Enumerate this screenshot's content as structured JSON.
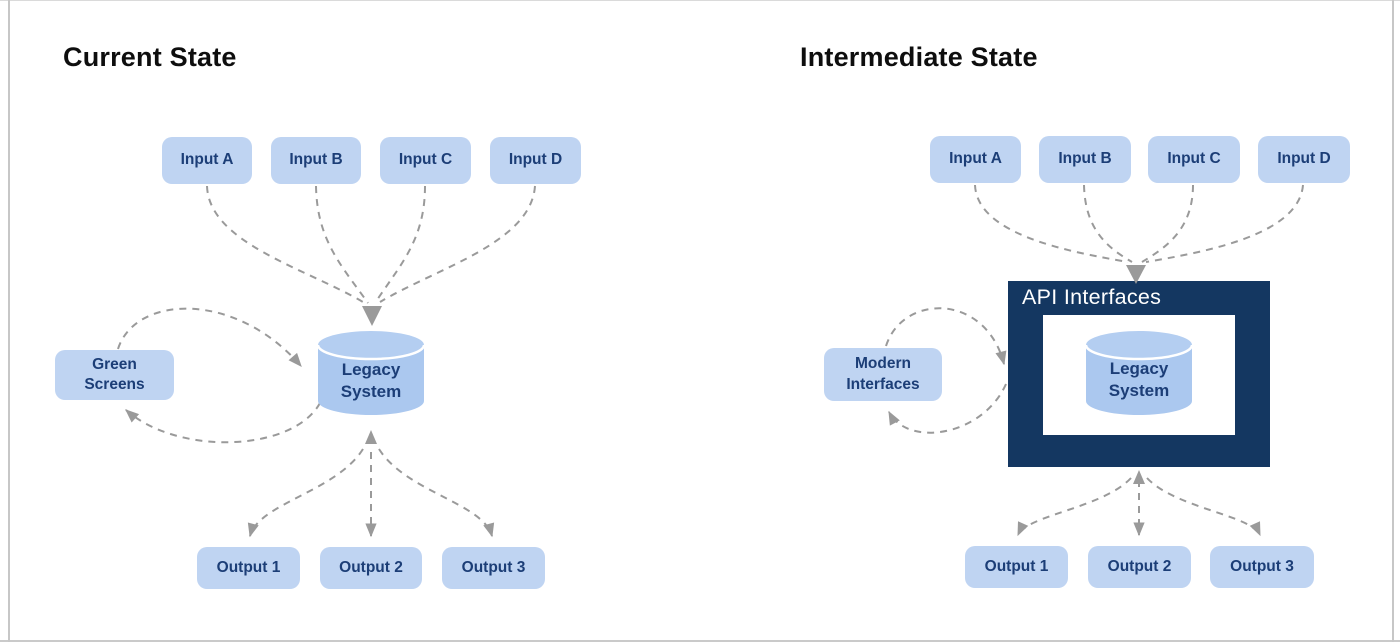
{
  "colors": {
    "title_text": "#0e0e0e",
    "node_fill": "#bfd4f2",
    "node_text": "#1c3e77",
    "cylinder_fill": "#abc8ef",
    "cylinder_top_fill": "#b4cef1",
    "wrapper_fill": "#143761",
    "arrow": "#9a9a9a"
  },
  "left": {
    "title": "Current State",
    "inputs": [
      "Input A",
      "Input B",
      "Input C",
      "Input D"
    ],
    "side_node_label": "Green Screens",
    "core_label": "Legacy System",
    "outputs": [
      "Output 1",
      "Output 2",
      "Output 3"
    ]
  },
  "right": {
    "title": "Intermediate State",
    "inputs": [
      "Input A",
      "Input B",
      "Input C",
      "Input D"
    ],
    "side_node_label": "Modern Interfaces",
    "wrapper_label": "API Interfaces",
    "core_label": "Legacy System",
    "outputs": [
      "Output 1",
      "Output 2",
      "Output 3"
    ]
  }
}
